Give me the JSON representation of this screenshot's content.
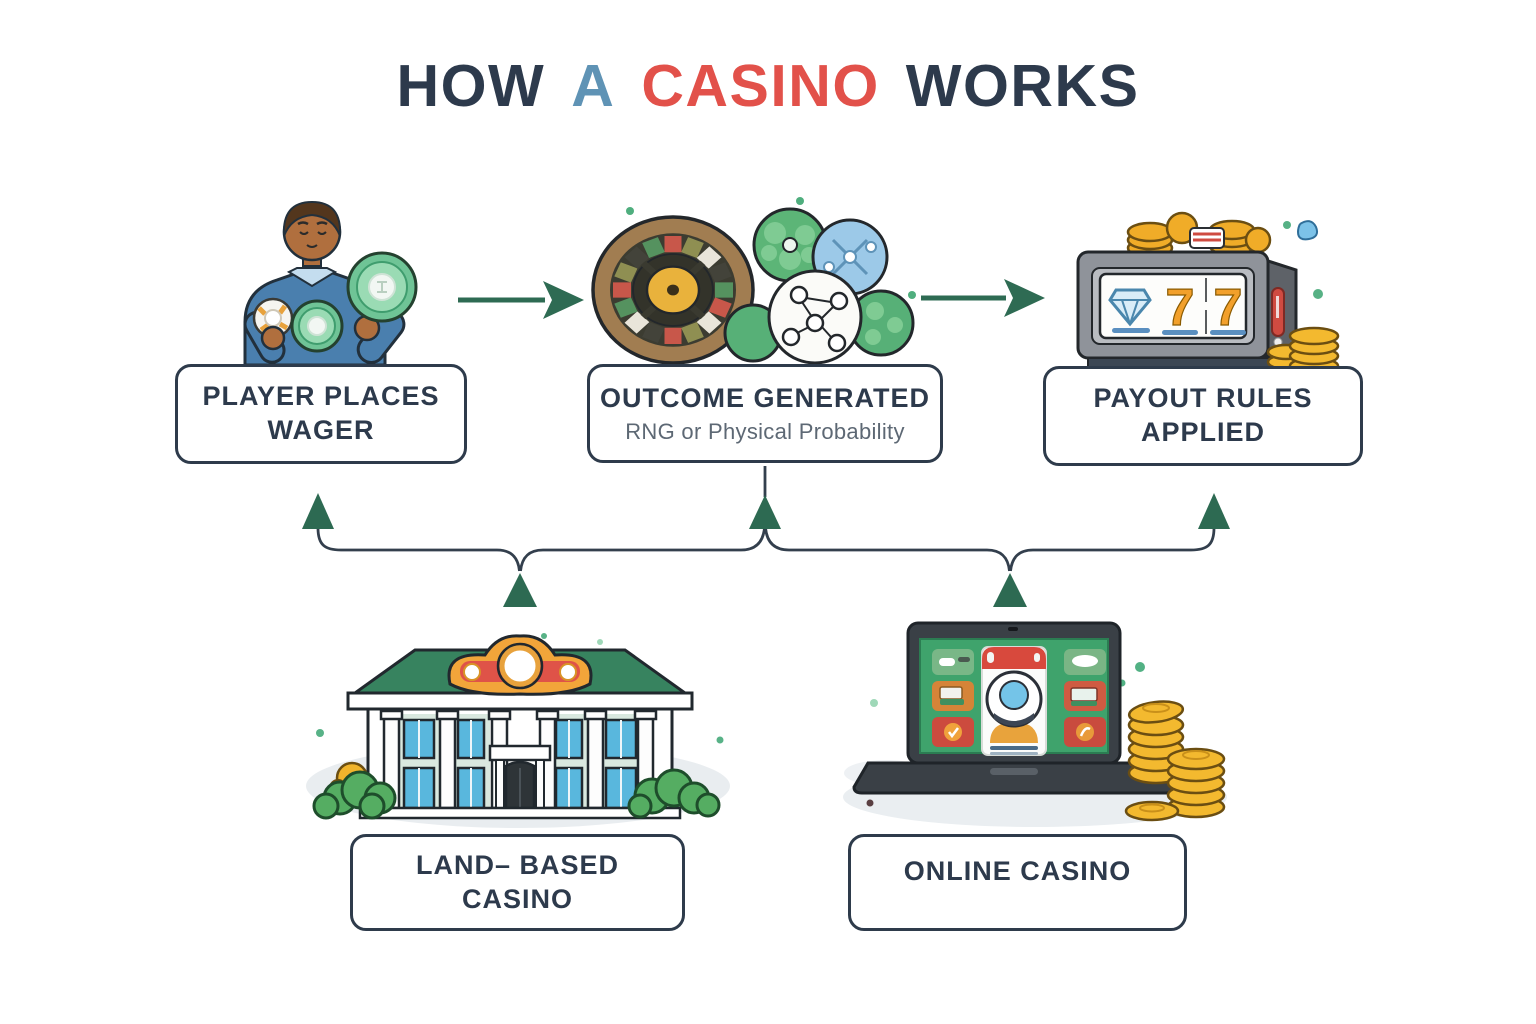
{
  "title": {
    "part1": "HOW",
    "part2": "A",
    "part3": "CASINO",
    "part4": "WORKS"
  },
  "flow": {
    "steps": [
      {
        "id": "player-places-wager",
        "line1": "PLAYER PLACES",
        "line2": "WAGER"
      },
      {
        "id": "outcome-generated",
        "title": "OUTCOME GENERATED",
        "subtitle": "RNG or Physical Probability"
      },
      {
        "id": "payout-rules-applied",
        "line1": "PAYOUT RULES",
        "line2": "APPLIED"
      }
    ],
    "sources": [
      {
        "id": "land-based-casino",
        "line1": "LAND– BASED",
        "line2": "CASINO"
      },
      {
        "id": "online-casino",
        "line1": "ONLINE CASINO"
      }
    ]
  },
  "illustrations": {
    "player": "player-holding-casino-chips",
    "outcome": "roulette-wheel-and-dice",
    "payout": "slot-machine-with-coins",
    "land": "classical-casino-building",
    "online": "laptop-online-casino-with-coins",
    "slot_reels": [
      "7",
      "7"
    ]
  },
  "colors": {
    "title_navy": "#2d3a4c",
    "title_blue": "#5f93b5",
    "title_red": "#e2514a",
    "box_border": "#2e3b4b",
    "subtitle_gray": "#5d6874",
    "arrow_green": "#2e6b53",
    "connector_navy": "#333f4d",
    "coin_gold": "#f3b62f",
    "screen_green": "#3fa36c"
  }
}
